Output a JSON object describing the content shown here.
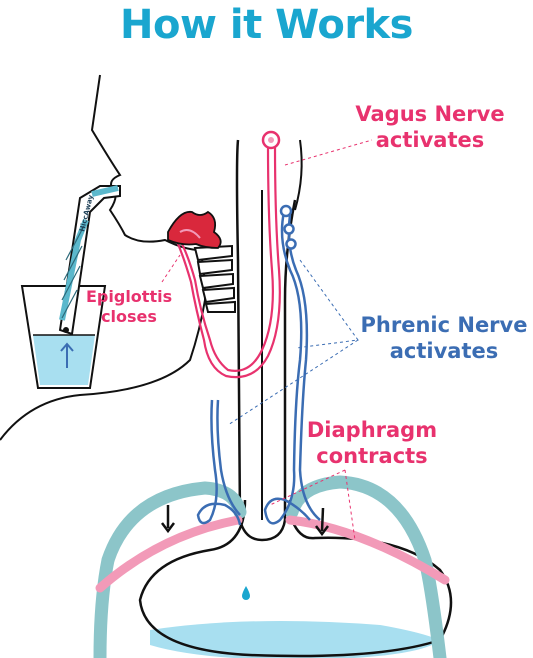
{
  "title": "How it Works",
  "straw_text": "HiccAway",
  "labels": {
    "vagus": {
      "line1": "Vagus Nerve",
      "line2": "activates"
    },
    "epiglottis": {
      "line1": "Epiglottis",
      "line2": "closes"
    },
    "phrenic": {
      "line1": "Phrenic Nerve",
      "line2": "activates"
    },
    "diaphragm": {
      "line1": "Diaphragm",
      "line2": "contracts"
    }
  },
  "colors": {
    "title": "#1aa6cf",
    "pink": "#e8326e",
    "pink_light": "#f29ab8",
    "blue": "#3b6db3",
    "teal": "#8cc5c9",
    "water": "#a8dff0",
    "straw": "#5bb8cc",
    "epiglottis_red": "#d9283c"
  }
}
